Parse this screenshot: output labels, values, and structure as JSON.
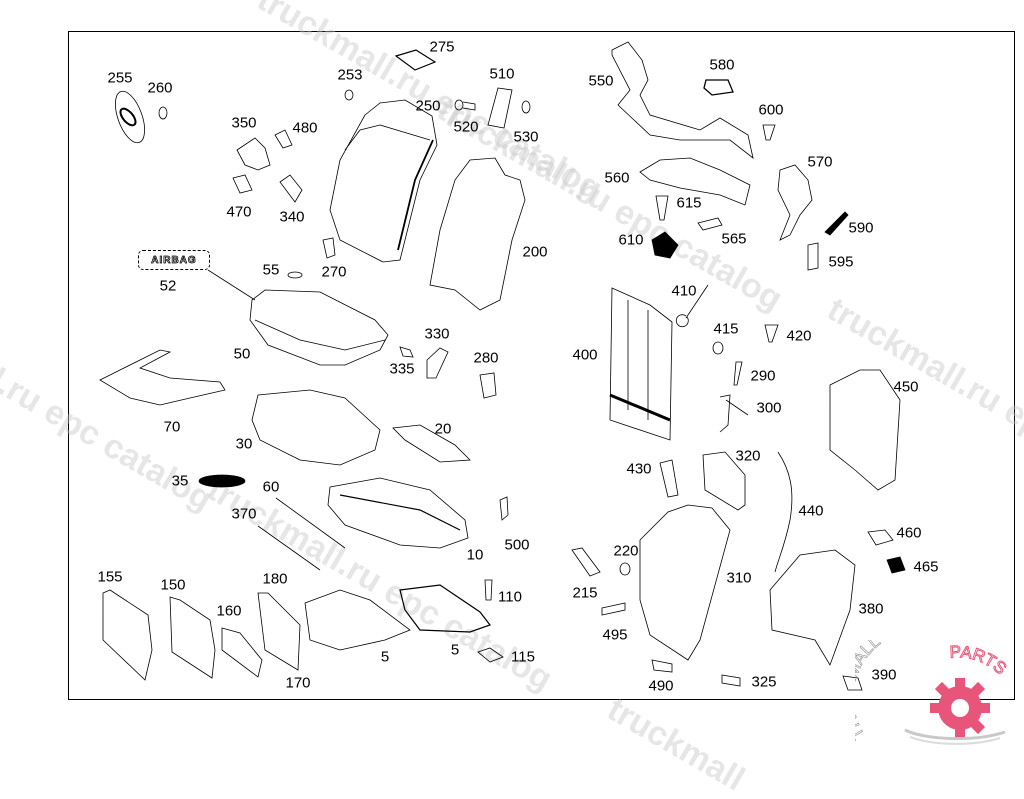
{
  "diagram": {
    "type": "exploded parts diagram",
    "subject": "seat assembly",
    "airbag_badge_text": "AIRBAG",
    "callouts": [
      {
        "id": "255",
        "label": "255"
      },
      {
        "id": "260",
        "label": "260"
      },
      {
        "id": "253",
        "label": "253"
      },
      {
        "id": "275",
        "label": "275"
      },
      {
        "id": "250",
        "label": "250"
      },
      {
        "id": "510",
        "label": "510"
      },
      {
        "id": "520",
        "label": "520"
      },
      {
        "id": "530",
        "label": "530"
      },
      {
        "id": "350",
        "label": "350"
      },
      {
        "id": "480",
        "label": "480"
      },
      {
        "id": "470",
        "label": "470"
      },
      {
        "id": "340",
        "label": "340"
      },
      {
        "id": "270",
        "label": "270"
      },
      {
        "id": "200",
        "label": "200"
      },
      {
        "id": "52",
        "label": "52"
      },
      {
        "id": "55",
        "label": "55"
      },
      {
        "id": "50",
        "label": "50"
      },
      {
        "id": "330",
        "label": "330"
      },
      {
        "id": "335",
        "label": "335"
      },
      {
        "id": "280",
        "label": "280"
      },
      {
        "id": "70",
        "label": "70"
      },
      {
        "id": "30",
        "label": "30"
      },
      {
        "id": "20",
        "label": "20"
      },
      {
        "id": "35",
        "label": "35"
      },
      {
        "id": "60",
        "label": "60"
      },
      {
        "id": "370",
        "label": "370"
      },
      {
        "id": "10",
        "label": "10"
      },
      {
        "id": "500",
        "label": "500"
      },
      {
        "id": "155",
        "label": "155"
      },
      {
        "id": "150",
        "label": "150"
      },
      {
        "id": "160",
        "label": "160"
      },
      {
        "id": "180",
        "label": "180"
      },
      {
        "id": "170",
        "label": "170"
      },
      {
        "id": "5a",
        "label": "5"
      },
      {
        "id": "5b",
        "label": "5"
      },
      {
        "id": "110",
        "label": "110"
      },
      {
        "id": "115",
        "label": "115"
      },
      {
        "id": "550",
        "label": "550"
      },
      {
        "id": "580",
        "label": "580"
      },
      {
        "id": "600",
        "label": "600"
      },
      {
        "id": "560",
        "label": "560"
      },
      {
        "id": "570",
        "label": "570"
      },
      {
        "id": "615",
        "label": "615"
      },
      {
        "id": "610",
        "label": "610"
      },
      {
        "id": "565",
        "label": "565"
      },
      {
        "id": "590",
        "label": "590"
      },
      {
        "id": "595",
        "label": "595"
      },
      {
        "id": "410",
        "label": "410"
      },
      {
        "id": "400",
        "label": "400"
      },
      {
        "id": "415",
        "label": "415"
      },
      {
        "id": "420",
        "label": "420"
      },
      {
        "id": "290",
        "label": "290"
      },
      {
        "id": "300",
        "label": "300"
      },
      {
        "id": "450",
        "label": "450"
      },
      {
        "id": "430",
        "label": "430"
      },
      {
        "id": "320",
        "label": "320"
      },
      {
        "id": "440",
        "label": "440"
      },
      {
        "id": "460",
        "label": "460"
      },
      {
        "id": "465",
        "label": "465"
      },
      {
        "id": "220",
        "label": "220"
      },
      {
        "id": "215",
        "label": "215"
      },
      {
        "id": "310",
        "label": "310"
      },
      {
        "id": "495",
        "label": "495"
      },
      {
        "id": "380",
        "label": "380"
      },
      {
        "id": "490",
        "label": "490"
      },
      {
        "id": "325",
        "label": "325"
      },
      {
        "id": "390",
        "label": "390"
      }
    ]
  },
  "watermarks": [
    "truckmall.ru epc catalog",
    "truckmall.ru epc catalog",
    "truckmall.ru epc catalog",
    "truckmall.ru epc catalog",
    "truckmall.ru epc catalog"
  ],
  "logo": {
    "text_left": "TRUCKMALL",
    "text_right": "PARTS",
    "accent_color": "#e8557a",
    "secondary_color": "#c8c8c8"
  }
}
